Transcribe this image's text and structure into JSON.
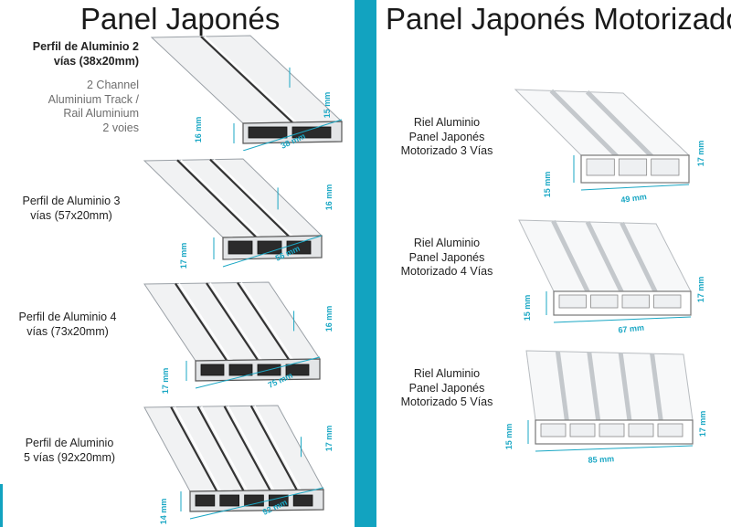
{
  "colors": {
    "accent": "#12a3c0",
    "dimension": "#1aa7c4",
    "metal_light": "#f1f2f3",
    "metal_shadow": "#9aa0a6",
    "gray_text": "#6e6e6e"
  },
  "left": {
    "heading": "Panel Japonés",
    "items": [
      {
        "label_line1": "Perfil de Aluminio 2",
        "label_line2": "vías (38x20mm)",
        "alt_lines": [
          "2 Channel",
          "Aluminium Track /",
          "Rail Aluminium",
          "2 voies"
        ],
        "height_label": "15 mm",
        "side_label": "16 mm",
        "width_label": "38 mm"
      },
      {
        "label_line1": "Perfil de Aluminio 3",
        "label_line2": "vías (57x20mm)",
        "height_label": "16 mm",
        "side_label": "17 mm",
        "width_label": "56 mm"
      },
      {
        "label_line1": "Perfil de Aluminio 4",
        "label_line2": "vías (73x20mm)",
        "height_label": "16 mm",
        "side_label": "17 mm",
        "width_label": "75 mm"
      },
      {
        "label_line1": "Perfil de Aluminio",
        "label_line2": "5 vías (92x20mm)",
        "height_label": "17 mm",
        "side_label": "14 mm",
        "width_label": "92 mm"
      }
    ]
  },
  "right": {
    "heading": "Panel Japonés Motorizado",
    "items": [
      {
        "label_line1": "Riel Aluminio",
        "label_line2": "Panel Japonés",
        "label_line3": "Motorizado 3 Vías",
        "height_label": "17 mm",
        "side_label": "15 mm",
        "width_label": "49 mm"
      },
      {
        "label_line1": "Riel Aluminio",
        "label_line2": "Panel Japonés",
        "label_line3": "Motorizado 4 Vías",
        "height_label": "17 mm",
        "side_label": "15 mm",
        "width_label": "67 mm"
      },
      {
        "label_line1": "Riel Aluminio",
        "label_line2": "Panel Japonés",
        "label_line3": "Motorizado 5 Vías",
        "height_label": "17 mm",
        "side_label": "15 mm",
        "width_label": "85 mm"
      }
    ]
  }
}
